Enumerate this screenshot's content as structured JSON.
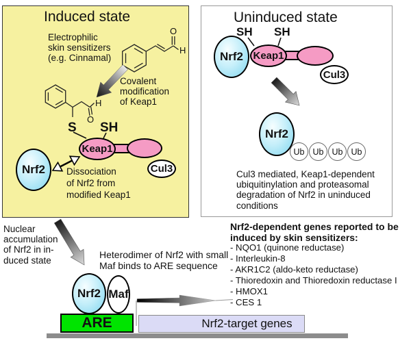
{
  "induced": {
    "title": "Induced state",
    "sensitizers_label": "Electrophilic\nskin sensitizers\n(e.g. Cinnamal)",
    "covalent_label": "Covalent\nmodification\nof Keap1",
    "dissociation_label": "Dissociation\nof Nrf2 from\nmodified Keap1",
    "s_thiol": "S",
    "sh_thiol": "SH",
    "nrf2": "Nrf2",
    "keap1": "Keap1",
    "cul3": "Cul3"
  },
  "uninduced": {
    "title": "Uninduced state",
    "sh_left": "SH",
    "sh_right": "SH",
    "nrf2": "Nrf2",
    "keap1": "Keap1",
    "cul3": "Cul3",
    "nrf2_degraded": "Nrf2",
    "ub": "Ub",
    "caption": "Cul3 mediated, Keap1-dependent\nubiquitinylation and proteasomal\ndegradation of Nrf2 in uninduced\nconditions"
  },
  "atoms": {
    "o": "O",
    "h": "H"
  },
  "nucleus": {
    "nuclear_label": "Nuclear\naccumulation\nof Nrf2 in in-\nduced state",
    "heterodimer_label": "Heterodimer of Nrf2 with small\nMaf binds to ARE sequence",
    "nrf2": "Nrf2",
    "maf": "Maf",
    "are": "ARE",
    "target_genes": "Nrf2-target genes"
  },
  "genes": {
    "heading": "Nrf2-dependent genes reported to be\ninduced by skin sensitizers:",
    "items": [
      "- NQO1 (quinone reductase)",
      "- Interleukin-8",
      "- AKR1C2 (aldo-keto reductase)",
      "- Thioredoxin and Thioredoxin reductase I",
      "- HMOX1",
      "- CES 1"
    ]
  },
  "colors": {
    "panel_yellow": "#F6F1A0",
    "protein_pink": "#F59BC4",
    "nrf2_cyan": "#8ADCF0",
    "are_green": "#00E400",
    "target_lavender": "#DBDBF6",
    "dna_gray": "#8C8C8C"
  }
}
